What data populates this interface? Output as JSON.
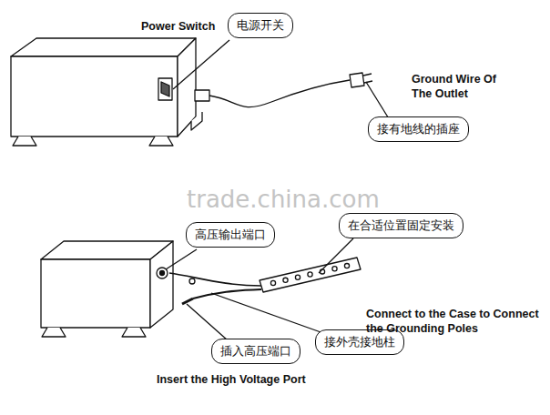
{
  "diagram": {
    "nodes": [
      {
        "text": [
          "电源开关"
        ]
      },
      {
        "text": [
          "接有地线的插座"
        ]
      },
      {
        "text": [
          "高压输出端口"
        ]
      },
      {
        "text": [
          "在合适位置固定安装"
        ]
      },
      {
        "text": [
          "插入高压端口"
        ]
      },
      {
        "text": [
          "接外壳接地柱"
        ]
      }
    ],
    "labels": [
      "Power Switch",
      "Ground Wire Of The Outlet",
      "trade.china.com",
      "Connect to the Case to Connect the Grounding Poles",
      "Insert the High Voltage Port"
    ]
  }
}
